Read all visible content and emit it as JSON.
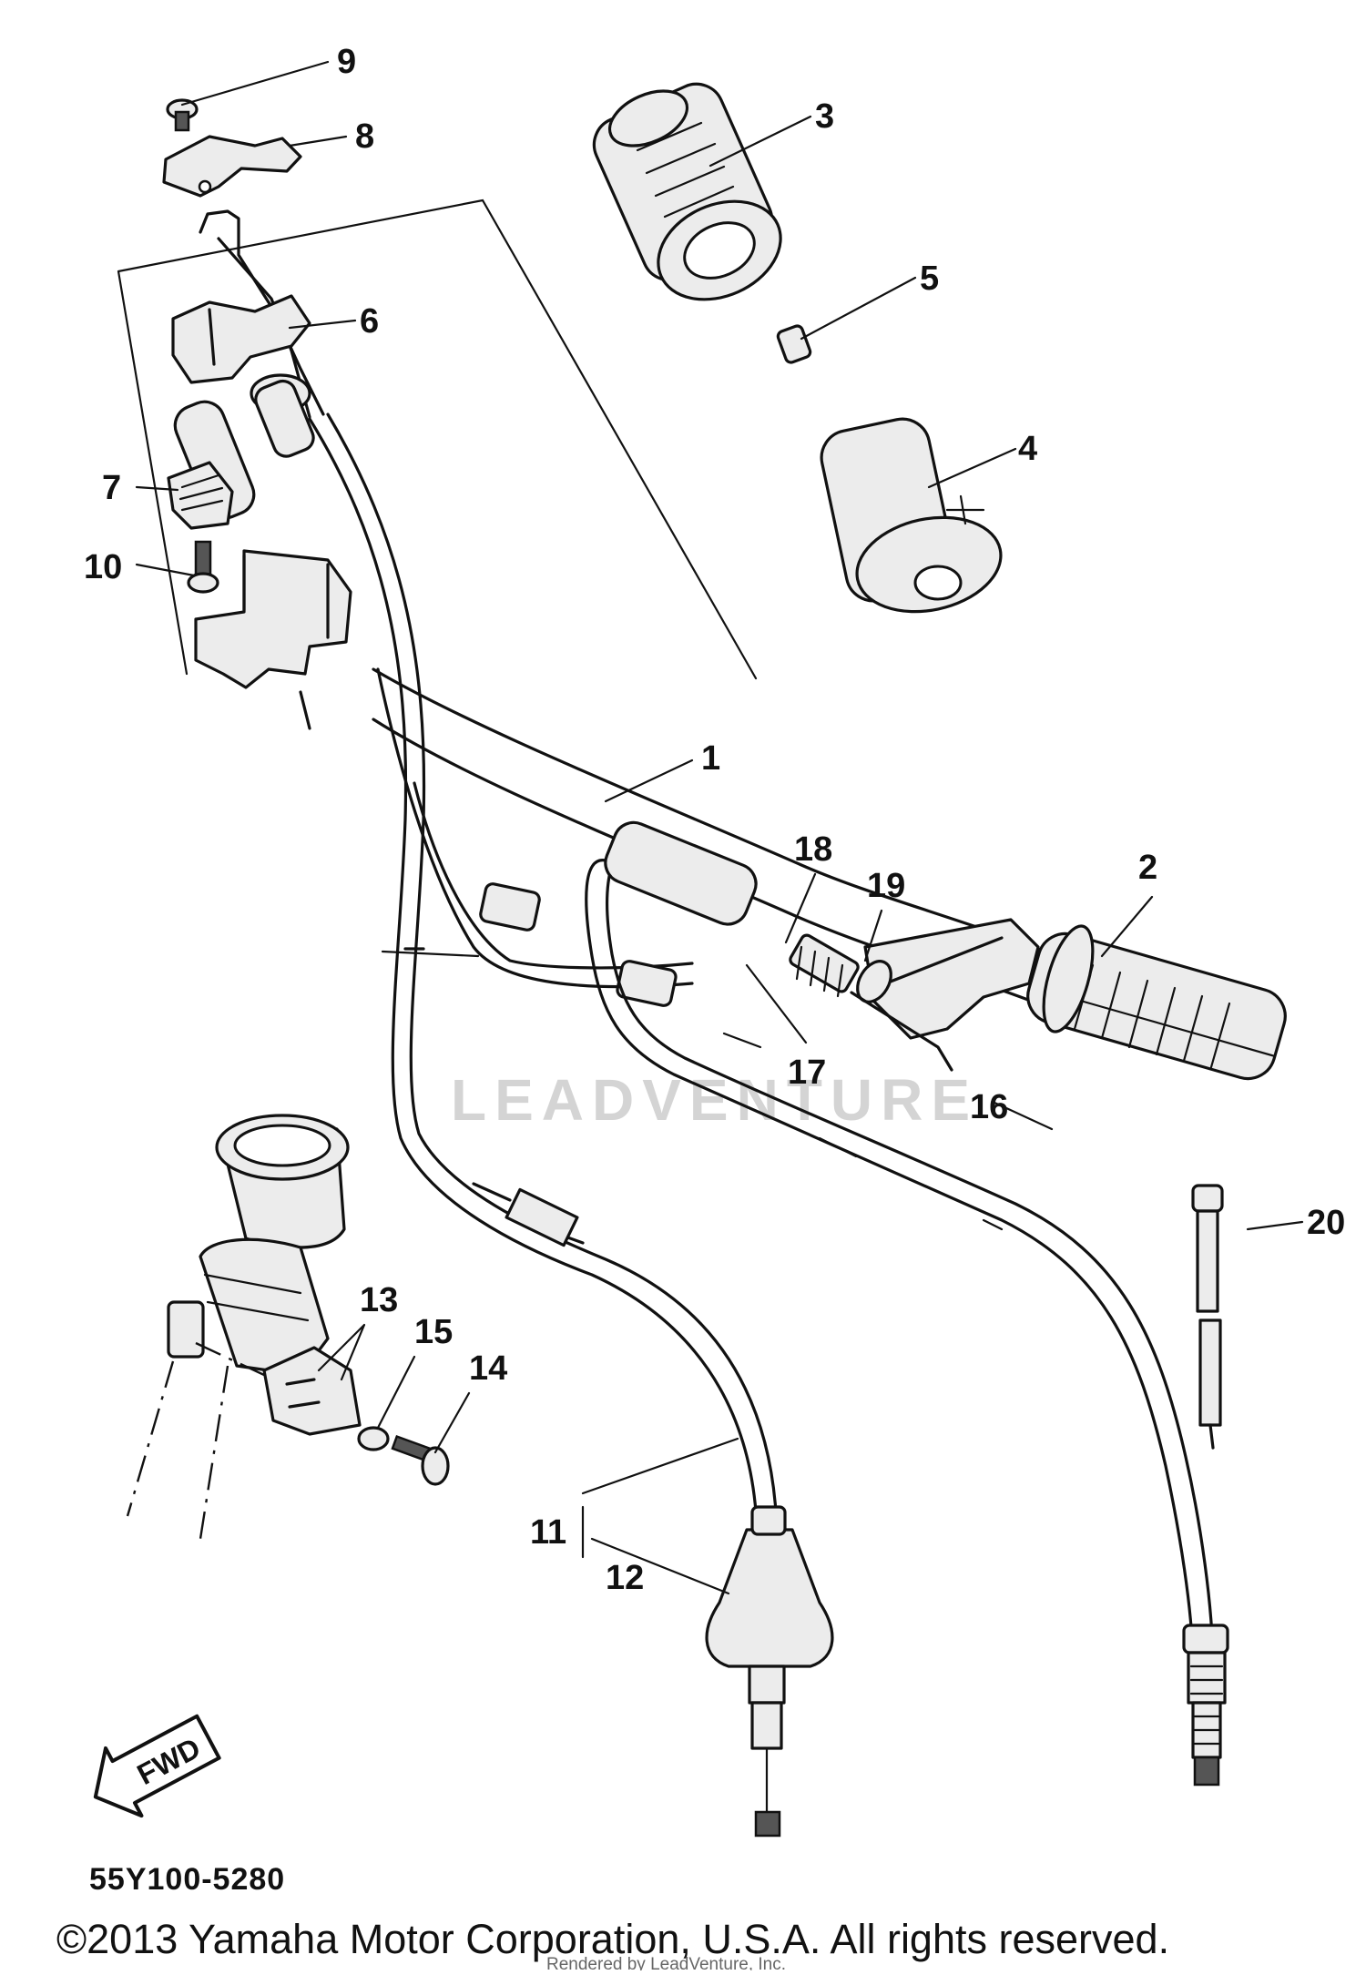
{
  "diagram": {
    "callouts": [
      {
        "id": "1",
        "label": "1"
      },
      {
        "id": "2",
        "label": "2"
      },
      {
        "id": "3",
        "label": "3"
      },
      {
        "id": "4",
        "label": "4"
      },
      {
        "id": "5",
        "label": "5"
      },
      {
        "id": "6",
        "label": "6"
      },
      {
        "id": "7",
        "label": "7"
      },
      {
        "id": "8",
        "label": "8"
      },
      {
        "id": "9",
        "label": "9"
      },
      {
        "id": "10",
        "label": "10"
      },
      {
        "id": "11",
        "label": "11"
      },
      {
        "id": "12",
        "label": "12"
      },
      {
        "id": "13",
        "label": "13"
      },
      {
        "id": "14",
        "label": "14"
      },
      {
        "id": "15",
        "label": "15"
      },
      {
        "id": "16",
        "label": "16"
      },
      {
        "id": "17",
        "label": "17"
      },
      {
        "id": "18",
        "label": "18"
      },
      {
        "id": "19",
        "label": "19"
      },
      {
        "id": "20",
        "label": "20"
      }
    ],
    "direction_badge": "FWD",
    "diagram_code": "55Y100-5280",
    "watermark": "LEADVENTURE"
  },
  "footer": {
    "copyright": "©2013 Yamaha Motor Corporation, U.S.A. All rights reserved.",
    "rendered_by": "Rendered by LeadVenture, Inc."
  }
}
